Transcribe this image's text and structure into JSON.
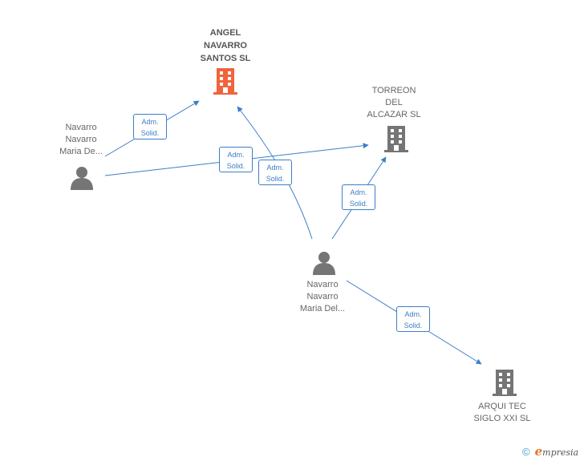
{
  "nodes": {
    "angel_navarro": {
      "lines": [
        "ANGEL",
        "NAVARRO",
        "SANTOS SL"
      ],
      "icon": "building-icon",
      "color": "#f0643c"
    },
    "torreon": {
      "lines": [
        "TORREON",
        "DEL",
        "ALCAZAR SL"
      ],
      "icon": "building-icon",
      "color": "#757575"
    },
    "arquitec": {
      "lines": [
        "ARQUI TEC",
        "SIGLO XXI SL"
      ],
      "icon": "building-icon",
      "color": "#757575"
    },
    "person_left": {
      "lines": [
        "Navarro",
        "Navarro",
        "Maria De..."
      ],
      "icon": "person-icon",
      "color": "#757575"
    },
    "person_center": {
      "lines": [
        "Navarro",
        "Navarro",
        "Maria Del..."
      ],
      "icon": "person-icon",
      "color": "#757575"
    }
  },
  "edges": [
    {
      "line1": "Adm.",
      "line2": "Solid."
    },
    {
      "line1": "Adm.",
      "line2": "Solid."
    },
    {
      "line1": "Adm.",
      "line2": "Solid."
    },
    {
      "line1": "Adm.",
      "line2": "Solid."
    },
    {
      "line1": "Adm.",
      "line2": "Solid."
    }
  ],
  "edge_color": "#3d7ec8",
  "footer": {
    "copyright": "©",
    "brand_initial": "e",
    "brand_rest": "mpresia"
  }
}
